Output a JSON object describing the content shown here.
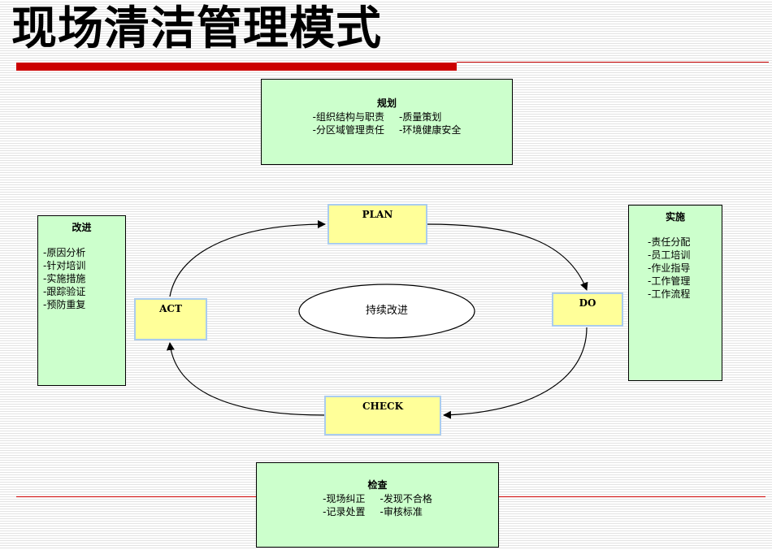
{
  "title": "现场清洁管理模式",
  "plan_box": {
    "title": "规划",
    "items": [
      "-组织结构与职责",
      "-质量策划",
      "-分区域管理责任",
      "-环境健康安全"
    ]
  },
  "implement_box": {
    "title": "实施",
    "items": [
      "-责任分配",
      "-员工培训",
      "-作业指导",
      "-工作管理",
      "-工作流程"
    ]
  },
  "check_box": {
    "title": "检查",
    "items": [
      "-现场纠正",
      "-发现不合格",
      "-记录处置",
      "-审核标准"
    ]
  },
  "improve_box": {
    "title": "改进",
    "items": [
      "-原因分析",
      "-针对培训",
      "-实施措施",
      "-跟踪验证",
      "-预防重复"
    ]
  },
  "cycle": {
    "plan": "PLAN",
    "do": "DO",
    "check": "CHECK",
    "act": "ACT",
    "center": "持续改进"
  },
  "colors": {
    "accent_red": "#cc0000",
    "box_green": "#ccffcc",
    "stage_yellow": "#ffff99",
    "stage_border": "#aaccee"
  }
}
